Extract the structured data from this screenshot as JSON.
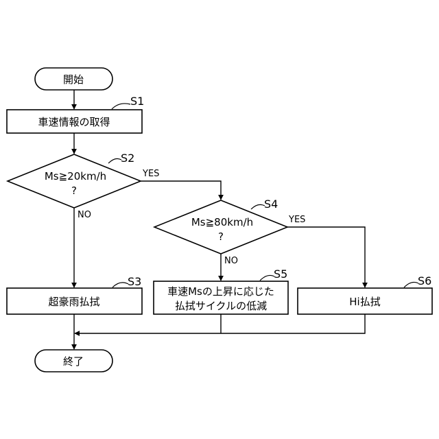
{
  "nodes": {
    "start": {
      "text": "開始"
    },
    "s1": {
      "text": "車速情報の取得",
      "label": "S1"
    },
    "s2": {
      "line1": "Ms≧20km/h",
      "line2": "?",
      "label": "S2"
    },
    "s3": {
      "text": "超豪雨払拭",
      "label": "S3"
    },
    "s4": {
      "line1": "Ms≧80km/h",
      "line2": "?",
      "label": "S4"
    },
    "s5": {
      "line1": "車速Msの上昇に応じた",
      "line2": "払拭サイクルの低減",
      "label": "S5"
    },
    "s6": {
      "text": "Hi払拭",
      "label": "S6"
    },
    "end": {
      "text": "終了"
    }
  },
  "branches": {
    "s2_yes": "YES",
    "s2_no": "NO",
    "s4_yes": "YES",
    "s4_no": "NO"
  }
}
